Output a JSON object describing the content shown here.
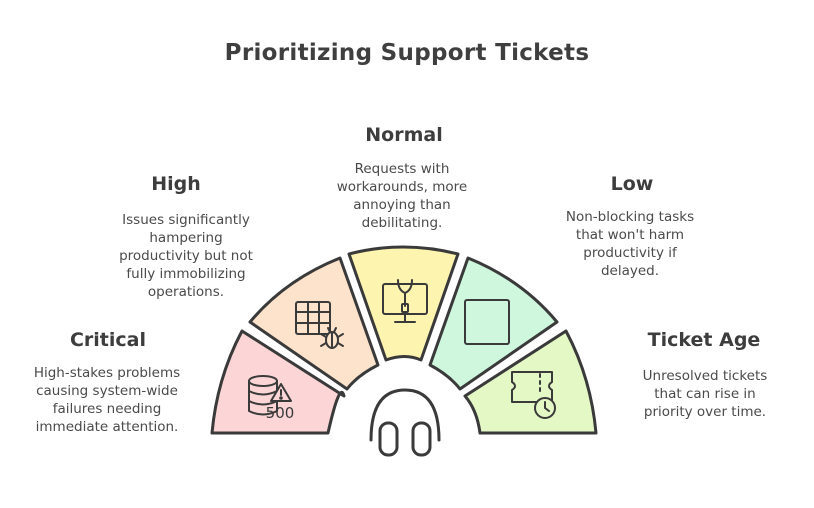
{
  "title": "Prioritizing Support Tickets",
  "segments": [
    {
      "key": "critical",
      "heading": "Critical",
      "description": [
        "High-stakes problems",
        "causing system-wide",
        "failures needing",
        "immediate attention."
      ],
      "color": "#fcd6d6",
      "icon": "database-warning-icon",
      "icon_text": "500"
    },
    {
      "key": "high",
      "heading": "High",
      "description": [
        "Issues significantly",
        "hampering",
        "productivity but not",
        "fully immobilizing",
        "operations."
      ],
      "color": "#fde3cc",
      "icon": "table-bug-icon"
    },
    {
      "key": "normal",
      "heading": "Normal",
      "description": [
        "Requests with",
        "workarounds, more",
        "annoying than",
        "debilitating."
      ],
      "color": "#fdf4b0",
      "icon": "monitor-tools-icon"
    },
    {
      "key": "low",
      "heading": "Low",
      "description": [
        "Non-blocking tasks",
        "that won't harm",
        "productivity if",
        "delayed."
      ],
      "color": "#cef7de",
      "icon": "square-icon"
    },
    {
      "key": "ticket_age",
      "heading": "Ticket Age",
      "description": [
        "Unresolved tickets",
        "that can rise in",
        "priority over time."
      ],
      "color": "#e4f8c6",
      "icon": "ticket-clock-icon"
    }
  ],
  "center_icon": "headphones-icon"
}
